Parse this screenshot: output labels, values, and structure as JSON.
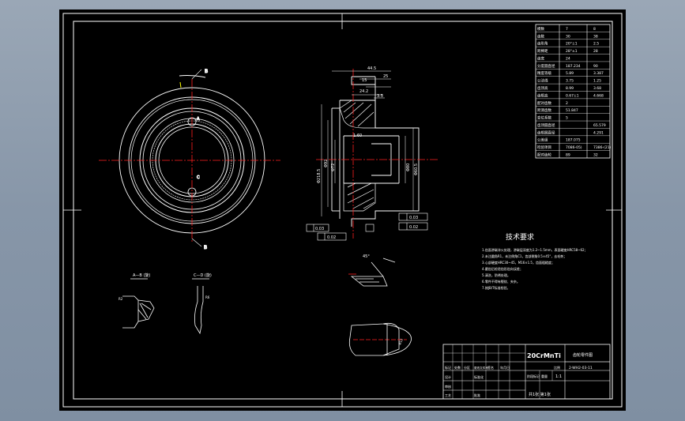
{
  "colors": {
    "background": "#8b9aac",
    "sheet": "#000000",
    "line": "#ffffff",
    "center_line": "#ff2020",
    "hatch": "#ffffff",
    "dimension": "#ffffff",
    "highlight": "#ffff00"
  },
  "param_table": {
    "rows": [
      [
        "模数",
        "7",
        "8"
      ],
      [
        "齿数",
        "30",
        "38"
      ],
      [
        "齿形角",
        "20°±1",
        "2.5"
      ],
      [
        "跨棒距",
        "28°±1",
        "28"
      ],
      [
        "齿宽",
        "24",
        ""
      ],
      [
        "分度圆直径",
        "187.234",
        "90"
      ],
      [
        "精度等级",
        "5.89",
        "3.387"
      ],
      [
        "公法线",
        "3.75",
        "1.25"
      ],
      [
        "齿顶高",
        "8.99",
        "3.68"
      ],
      [
        "齿根高",
        "0.67±1",
        "4.668"
      ],
      [
        "配对齿数",
        "2",
        ""
      ],
      [
        "跨测齿数",
        "51.847",
        ""
      ],
      [
        "变位系数",
        "5",
        ""
      ],
      [
        "齿顶圆直径",
        "",
        "65.579"
      ],
      [
        "齿根圆直径",
        "",
        "4.291"
      ],
      [
        "公差组",
        "187.075",
        ""
      ],
      [
        "检验项目",
        "7086-05)",
        "7386-(21)"
      ],
      [
        "配对齿轮",
        "89",
        "32"
      ]
    ]
  },
  "tech_requirements": {
    "title": "技术要求",
    "lines": [
      "1.齿面渗碳淬火处理，渗碳层深度为1.2~1.5mm，表面硬度HRC58~62；",
      "2.未注圆角R1，未注倒角C1，齿部倒角0.5×45°，去毛刺；",
      "3.心部硬度HRC30~45，M16×1.5，齿面粗糙度；",
      "4.磨齿后检验齿形齿向误差；",
      "5.清洗，防锈处理。",
      "6.零件不得有裂纹、夹杂。",
      "7.按JB/T标准检验。"
    ]
  },
  "section_labels": {
    "b_view": "B",
    "c_view": "C",
    "a_view": "A",
    "b_view_title": "A—B (旋)",
    "c_view_title": "C—D (旋)"
  },
  "title_block": {
    "material": "20CrMnTi",
    "part_name": "齿轮零件图",
    "drawing_no": "2-WH2-03-11",
    "scale": "1:1",
    "sheet_info": "共1张 第1张",
    "labels": {
      "mark": "标记",
      "count": "处数",
      "zone": "分区",
      "change_doc": "更改文件号",
      "sign": "签名",
      "date": "年月日",
      "design": "设计",
      "check": "审核",
      "process": "工艺",
      "standard": "标准化",
      "approve": "批准",
      "stage_mark": "阶段标记",
      "weight": "重量",
      "ratio": "比例"
    }
  },
  "dimensions": {
    "overall_width": "44.5",
    "d1": "25",
    "d2": "15",
    "d3": "24.2",
    "d4": "3.5",
    "diameter_main": "Φ218.5",
    "diameter_hub": "Φ92",
    "diameter_bore": "Φ72",
    "diameter_right": "Φ80",
    "diameter_small": "Φ60.5",
    "ratio_label": "1:60",
    "tol1": "0.03",
    "tol2": "0.02",
    "tol3": "0.03",
    "tol4": "0.02",
    "detail_r": "R2",
    "detail_r6": "R6",
    "detail_a": "A",
    "detail_b": "B",
    "detail_angle": "45°",
    "detail_ring": "Φ12"
  }
}
